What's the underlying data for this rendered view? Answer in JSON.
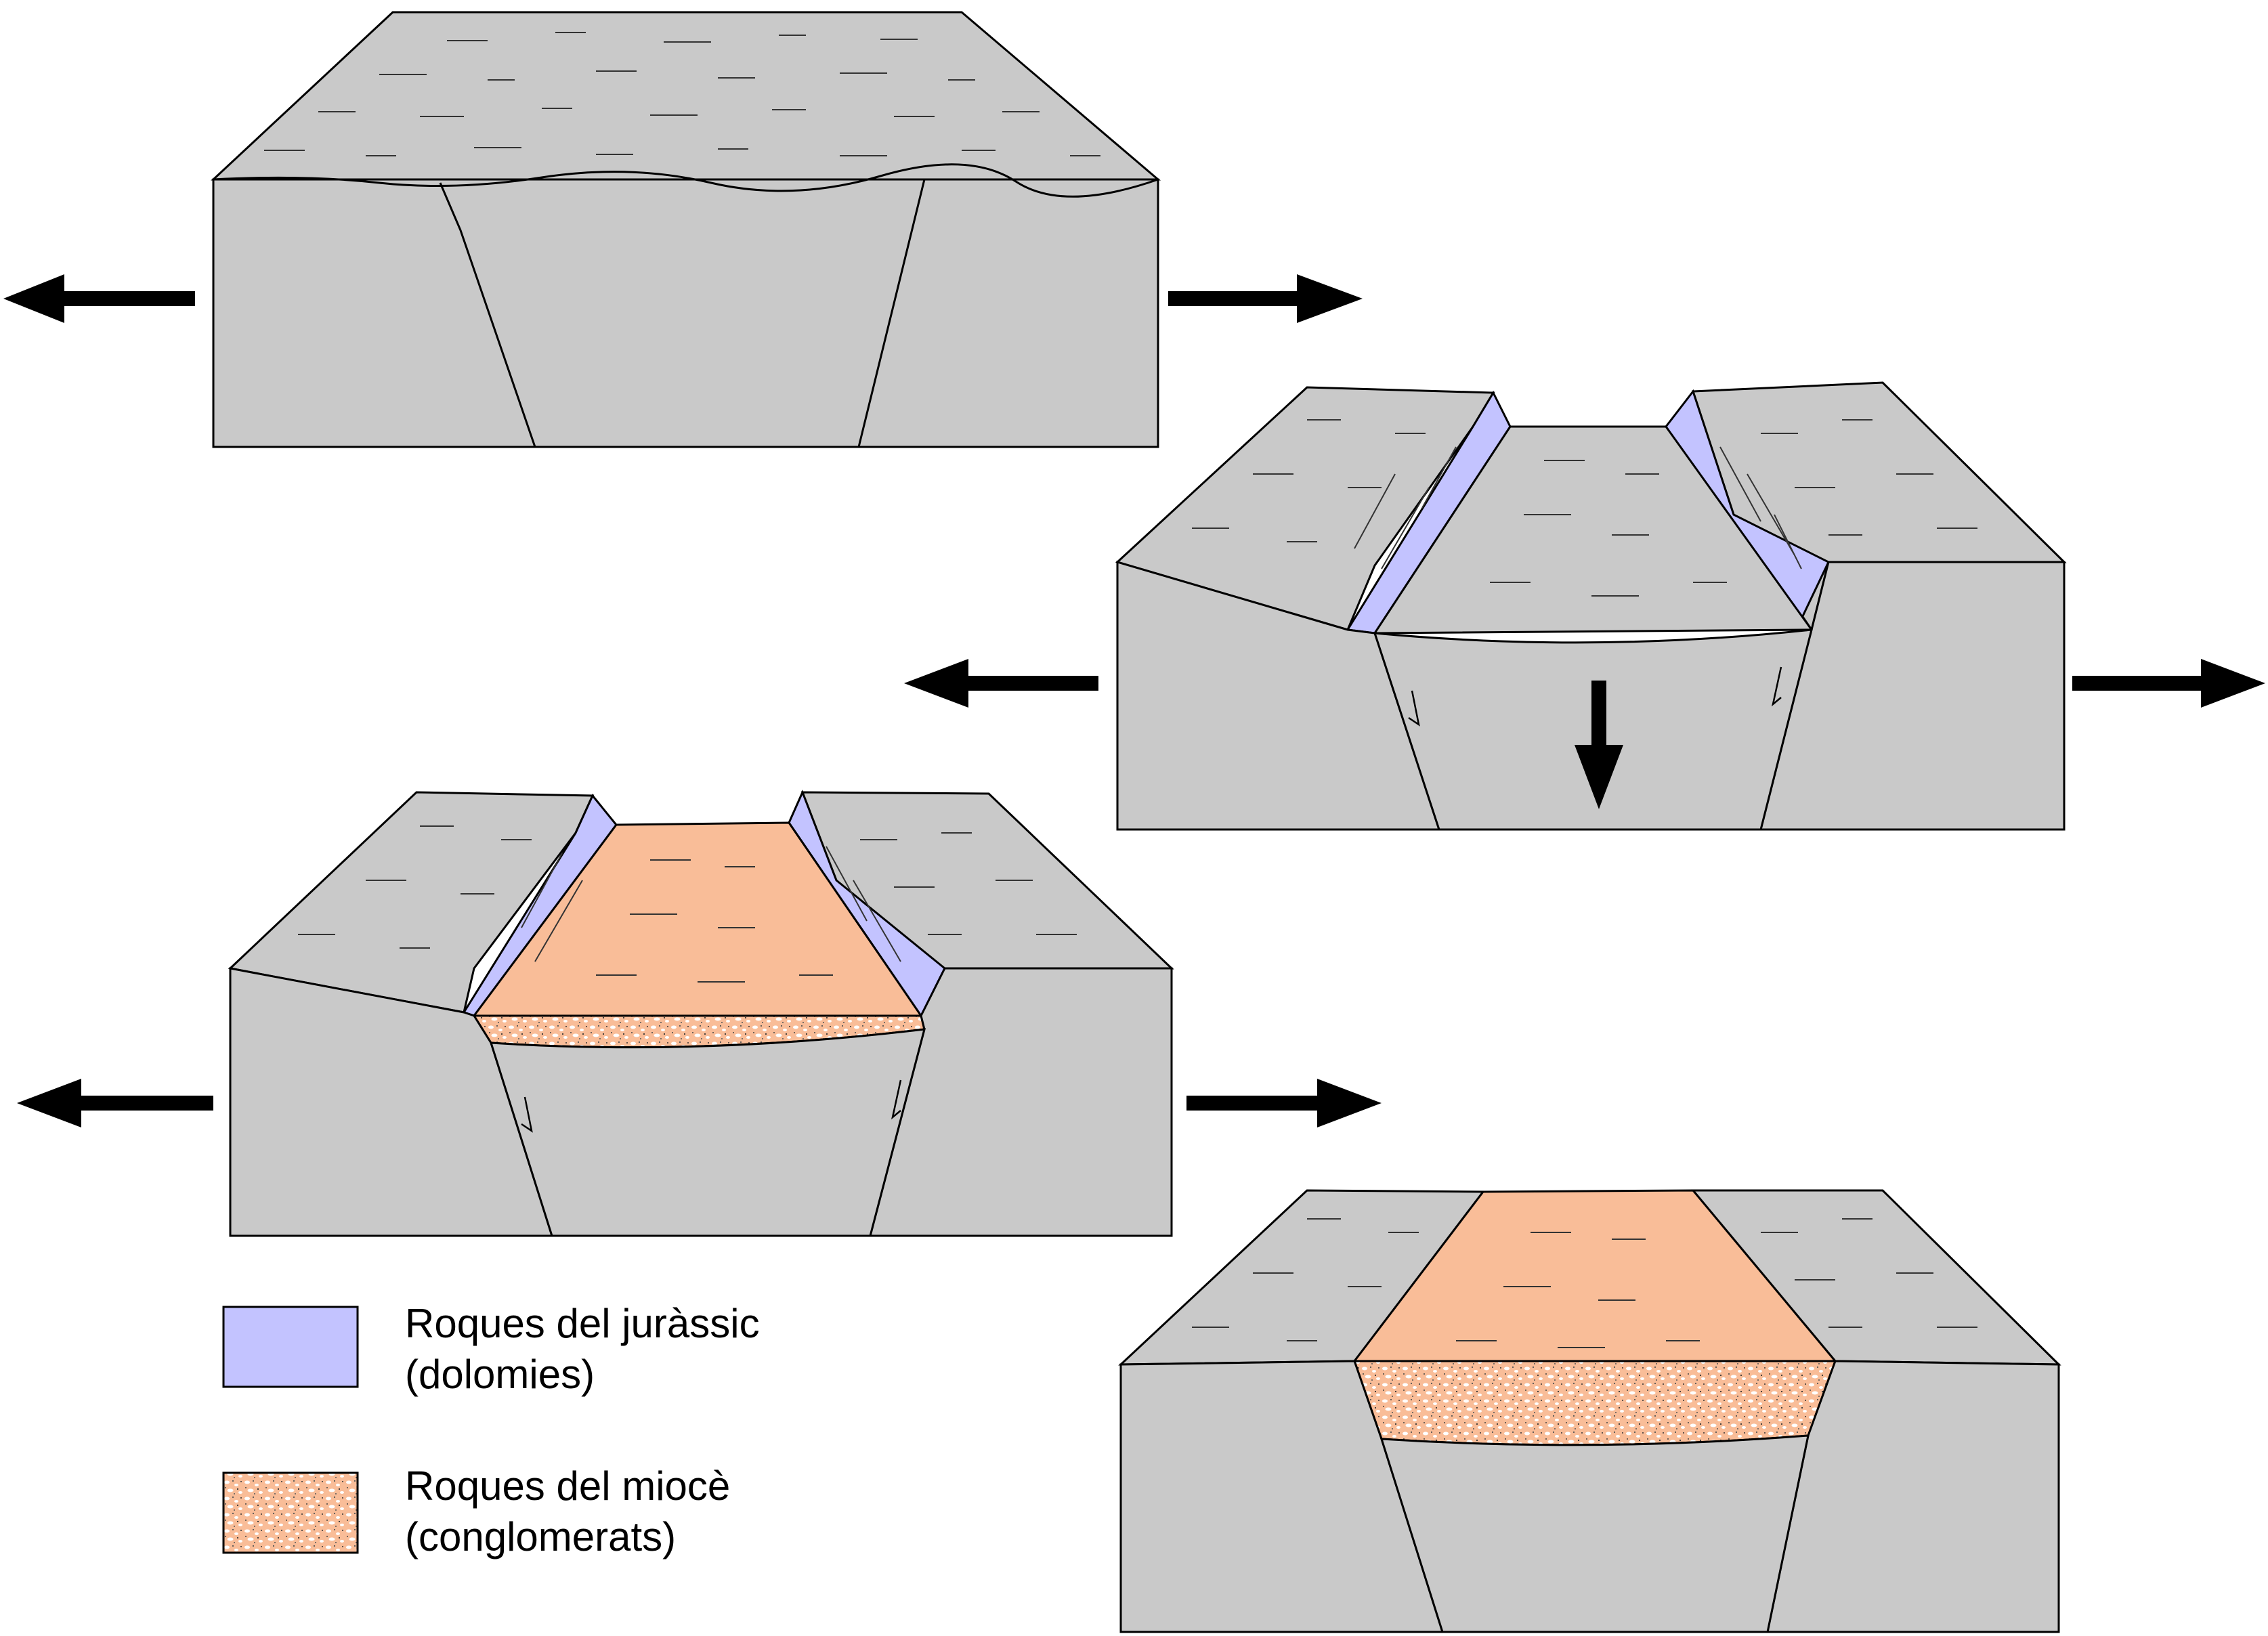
{
  "colors": {
    "rock": "#c9c9c9",
    "jurassic": "#c3c3ff",
    "miocene": "#f9bd98",
    "outline": "#000000",
    "speckle": "#ffffff"
  },
  "legend": {
    "jurassic": {
      "line1": "Roques del juràssic",
      "line2": "(dolomies)",
      "swatch_icon": "dolomite-swatch-icon"
    },
    "miocene": {
      "line1": "Roques del miocè",
      "line2": "(conglomerats)",
      "swatch_icon": "conglomerate-swatch-icon"
    }
  },
  "icons": {
    "extension_arrow": "arrow-icon",
    "subsidence_arrow": "arrow-down-icon"
  }
}
